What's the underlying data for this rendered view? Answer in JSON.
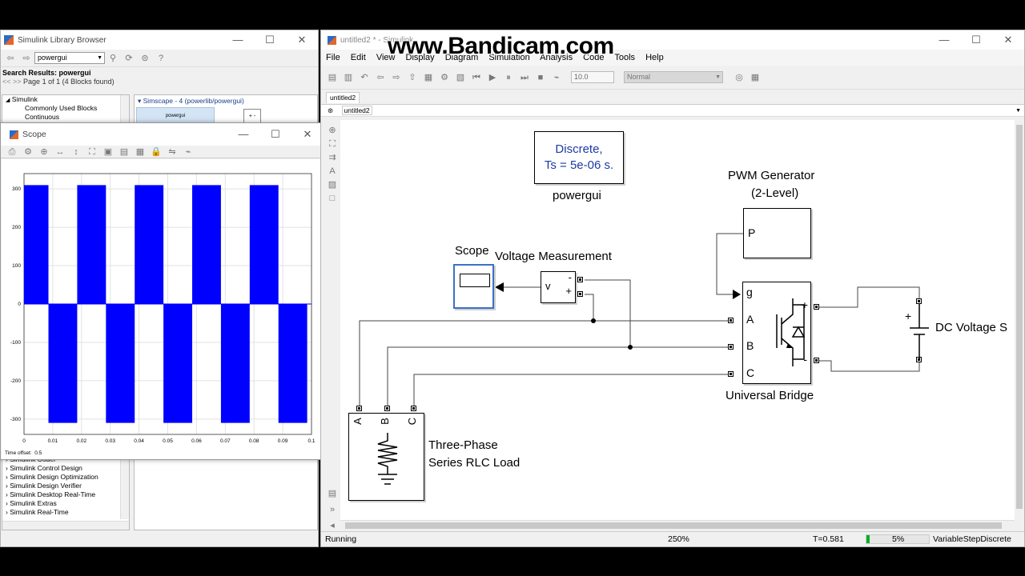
{
  "library_browser": {
    "title": "Simulink Library Browser",
    "search_value": "powergui",
    "results_title": "Search Results: powergui",
    "page_info": "Page 1 of 1 (4 Blocks found)",
    "nav": "<<  >>",
    "tree_root": "Simulink",
    "tree_items_top": [
      "Commonly Used Blocks",
      "Continuous"
    ],
    "tree_items_bottom": [
      "Simulink Coder",
      "Simulink Control Design",
      "Simulink Design Optimization",
      "Simulink Design Verifier",
      "Simulink Desktop Real-Time",
      "Simulink Extras",
      "Simulink Real-Time"
    ],
    "result_header": "Simscape - 4 (powerlib/powergui)",
    "result_block": "powergui"
  },
  "scope": {
    "title": "Scope",
    "time_offset_label": "Time offset:",
    "time_offset_value": "0.5",
    "chart_data": {
      "type": "line",
      "x_ticks": [
        "0",
        "0.01",
        "0.02",
        "0.03",
        "0.04",
        "0.05",
        "0.06",
        "0.07",
        "0.08",
        "0.09",
        "0.1"
      ],
      "y_ticks": [
        "300",
        "200",
        "100",
        "0",
        "-100",
        "-200",
        "-300"
      ],
      "xlim": [
        0,
        0.1
      ],
      "ylim": [
        -340,
        340
      ],
      "grid": true,
      "series": [
        {
          "color": "#0000ff",
          "segments": [
            [
              0,
              0.0085,
              310
            ],
            [
              0.0085,
              0.0185,
              0
            ],
            [
              0.0185,
              0.0285,
              310
            ],
            [
              0.0285,
              0.0385,
              0
            ],
            [
              0.0385,
              0.0485,
              310
            ],
            [
              0.0485,
              0.0585,
              0
            ],
            [
              0.0585,
              0.0685,
              310
            ],
            [
              0.0685,
              0.0785,
              0
            ],
            [
              0.0785,
              0.0885,
              310
            ],
            [
              0.0885,
              0.0985,
              0
            ]
          ],
          "neg_segments": [
            [
              0.0085,
              0.0185,
              -310
            ],
            [
              0.0285,
              0.0385,
              -310
            ],
            [
              0.0485,
              0.0585,
              -310
            ],
            [
              0.0685,
              0.0785,
              -310
            ],
            [
              0.0885,
              0.0985,
              -310
            ]
          ]
        }
      ]
    }
  },
  "model": {
    "title": "untitled2 * - Simulink",
    "watermark": "www.Bandicam.com",
    "menus": [
      "File",
      "Edit",
      "View",
      "Display",
      "Diagram",
      "Simulation",
      "Analysis",
      "Code",
      "Tools",
      "Help"
    ],
    "stop_time": "10.0",
    "sim_mode": "Normal",
    "tab": "untitled2",
    "breadcrumb": "untitled2",
    "blocks": {
      "powergui_line1": "Discrete,",
      "powergui_line2": "Ts = 5e-06 s.",
      "powergui_label": "powergui",
      "pwm_label_1": "PWM Generator",
      "pwm_label_2": "(2-Level)",
      "pwm_port": "P",
      "scope_label": "Scope",
      "vm_label": "Voltage Measurement",
      "vm_v": "v",
      "vm_plus": "+",
      "vm_minus": "-",
      "bridge_g": "g",
      "bridge_a": "A",
      "bridge_b": "B",
      "bridge_c": "C",
      "bridge_plus": "+",
      "bridge_minus": "-",
      "bridge_label": "Universal Bridge",
      "dc_label": "DC Voltage S",
      "dc_plus": "+",
      "load_a": "A",
      "load_b": "B",
      "load_c": "C",
      "load_label_1": "Three-Phase",
      "load_label_2": "Series RLC Load"
    },
    "status": {
      "state": "Running",
      "zoom": "250%",
      "time": "T=0.581",
      "progress_text": "5%",
      "progress": 0.05,
      "solver": "VariableStepDiscrete"
    }
  }
}
